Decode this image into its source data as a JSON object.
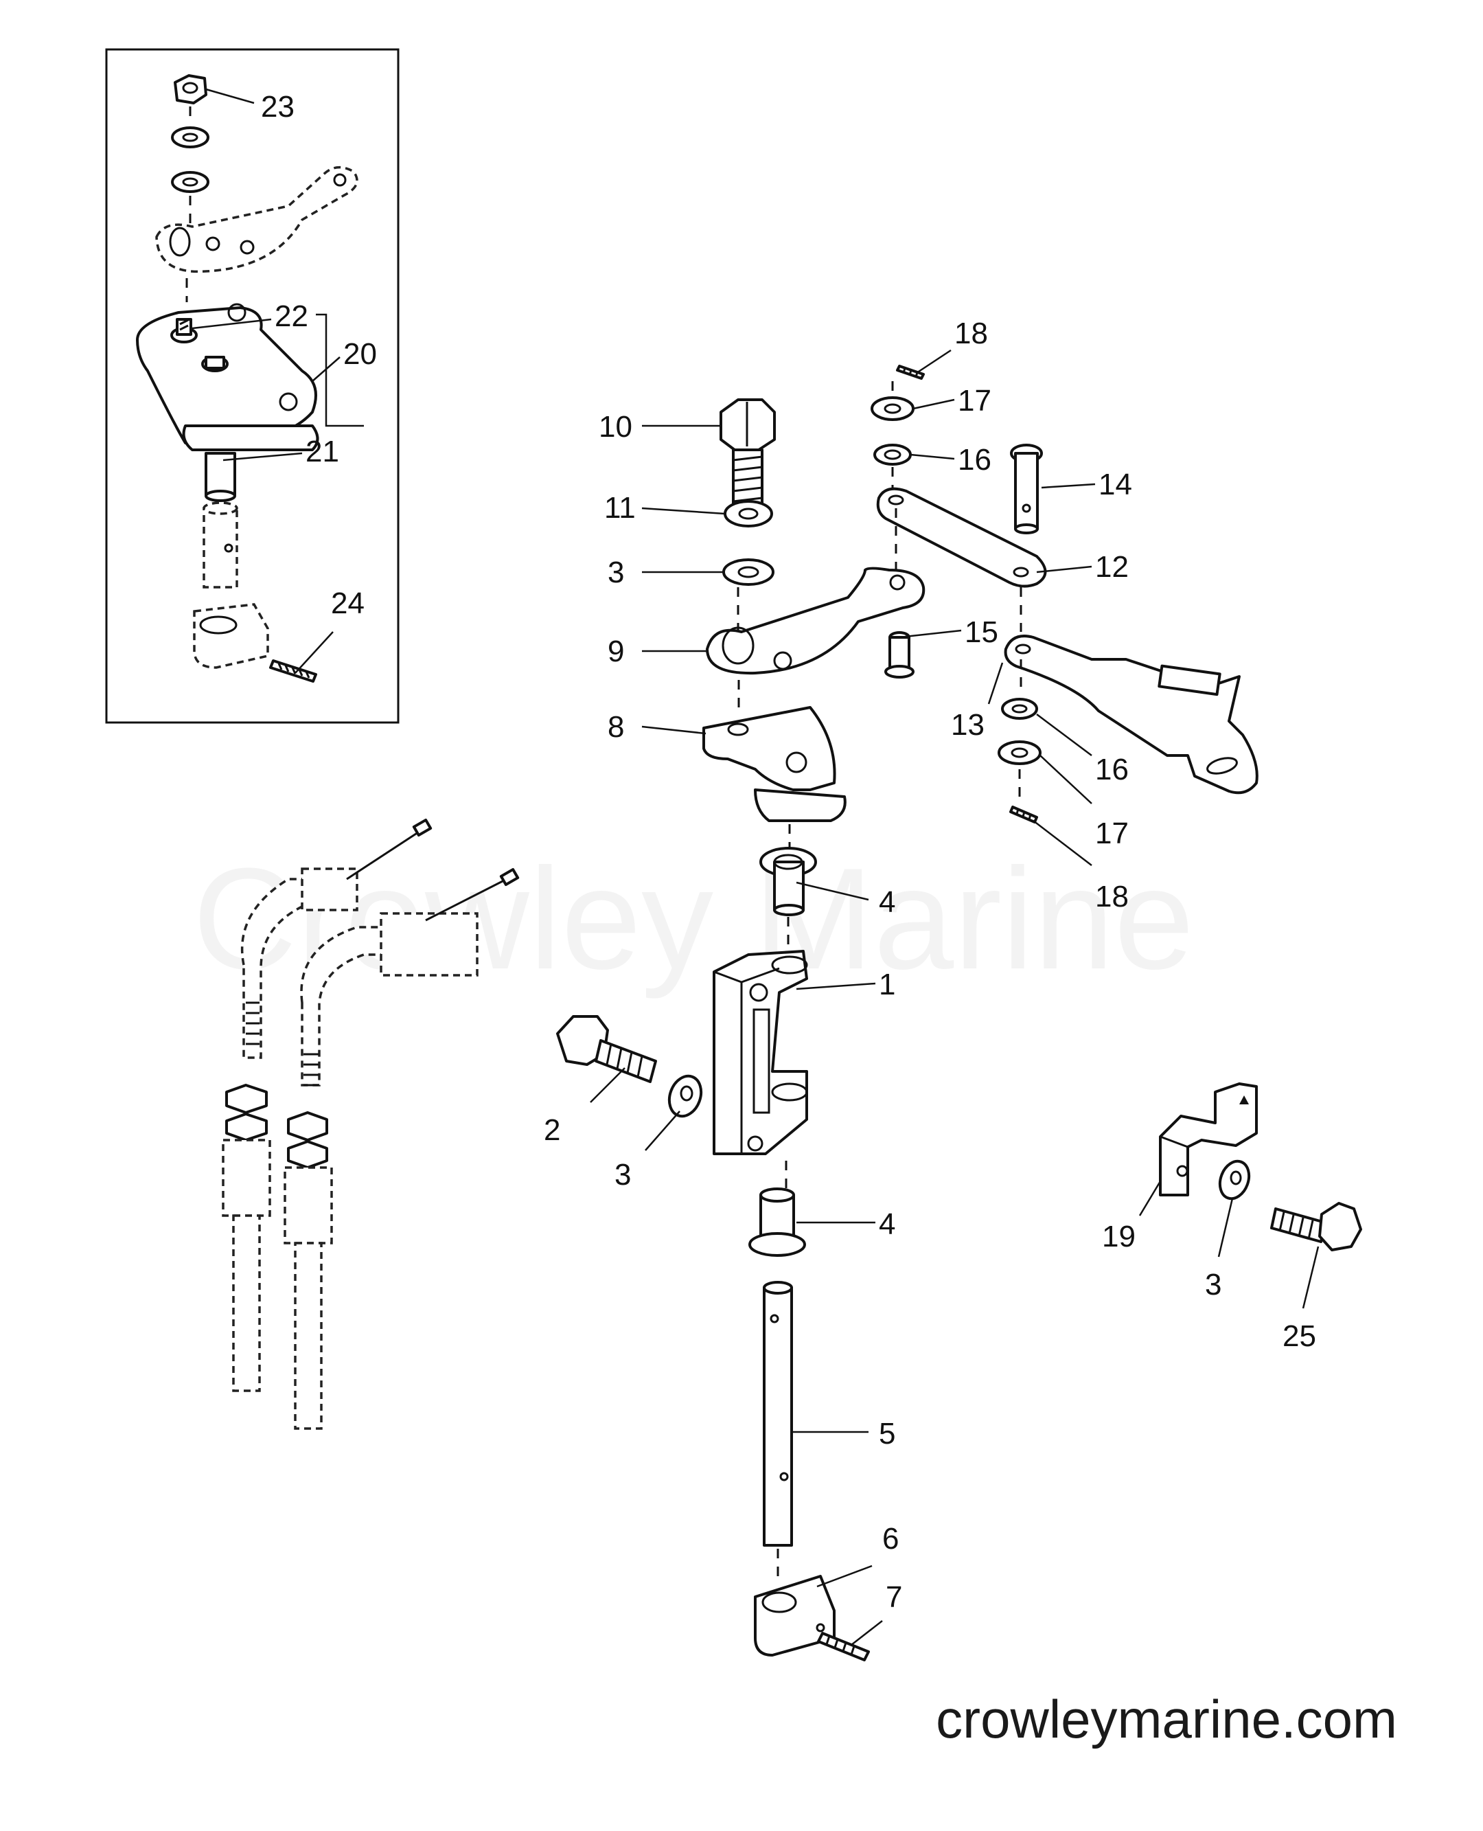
{
  "watermark": "Crowley Marine",
  "footer_url": "crowleymarine.com",
  "callouts": {
    "c1": "1",
    "c2": "2",
    "c3a": "3",
    "c3b": "3",
    "c3c": "3",
    "c4a": "4",
    "c4b": "4",
    "c5": "5",
    "c6": "6",
    "c7": "7",
    "c8": "8",
    "c9": "9",
    "c10": "10",
    "c11": "11",
    "c12": "12",
    "c13": "13",
    "c14": "14",
    "c15": "15",
    "c16a": "16",
    "c16b": "16",
    "c17a": "17",
    "c17b": "17",
    "c18a": "18",
    "c18b": "18",
    "c19": "19",
    "c20": "20",
    "c21": "21",
    "c22": "22",
    "c23": "23",
    "c24": "24",
    "c25": "25"
  }
}
